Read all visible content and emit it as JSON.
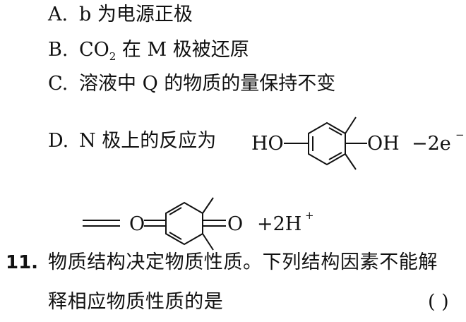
{
  "options": [
    {
      "letter": "A.",
      "text": "b 为电源正极"
    },
    {
      "letter": "B.",
      "text_prefix": "CO",
      "text_sub": "2",
      "text_suffix": " 在 M 极被还原"
    },
    {
      "letter": "C.",
      "text": "溶液中 Q 的物质的量保持不变"
    },
    {
      "letter": "D.",
      "text": "N 极上的反应为"
    }
  ],
  "reaction": {
    "reactant_left": "HO",
    "reactant_right": "OH",
    "minus_electrons": "−2e",
    "electron_sup": "−",
    "product_left": "O",
    "product_right": "O",
    "plus_protons": "+2H",
    "proton_sup": "+"
  },
  "question": {
    "number": "11.",
    "line1": "物质结构决定物质性质。下列结构因素不能解",
    "line2": "释相应物质性质的是",
    "answer_paren": "(    )"
  }
}
